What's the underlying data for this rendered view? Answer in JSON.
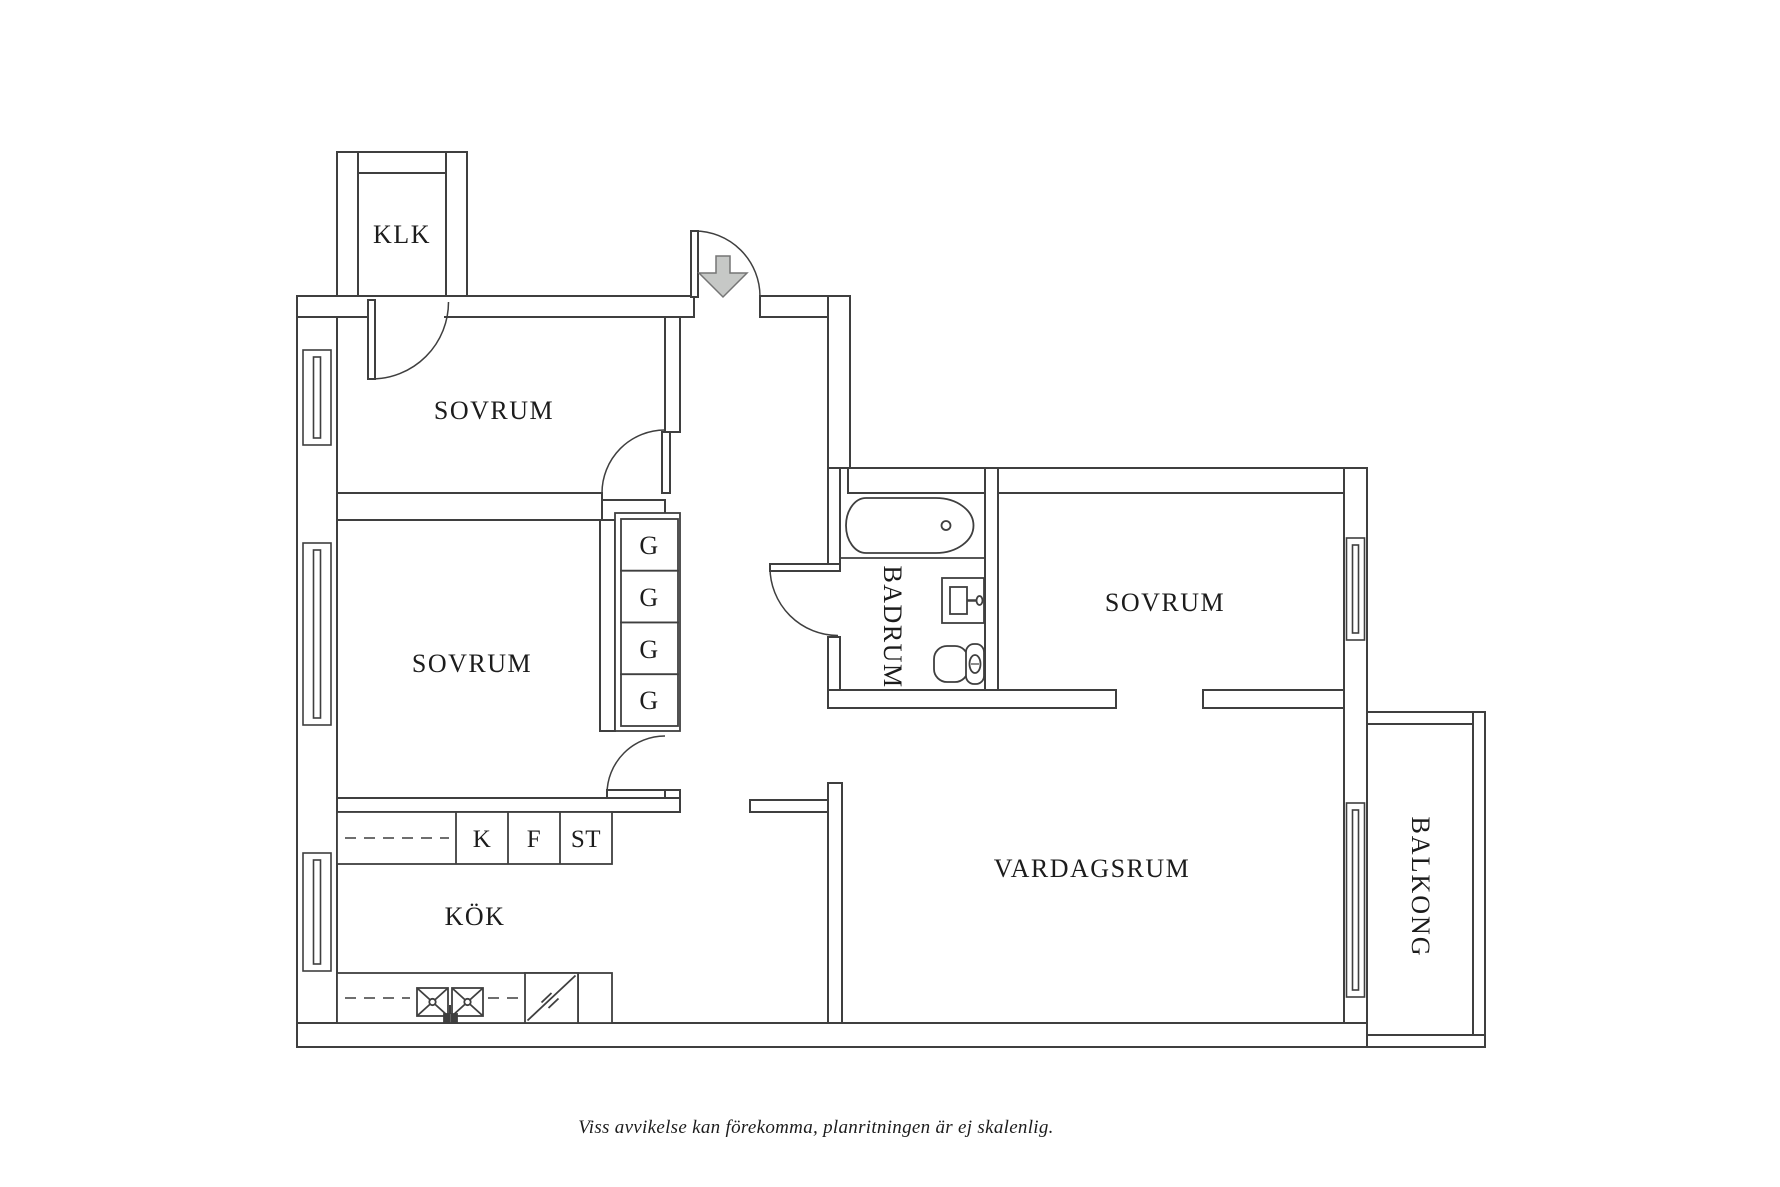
{
  "floor_plan": {
    "rooms": {
      "klk": {
        "label": "KLK"
      },
      "sovrum_top": {
        "label": "SOVRUM"
      },
      "sovrum_mid": {
        "label": "SOVRUM"
      },
      "sovrum_right": {
        "label": "SOVRUM"
      },
      "badrum": {
        "label": "BADRUM"
      },
      "vardagsrum": {
        "label": "VARDAGSRUM"
      },
      "kok": {
        "label": "KÖK"
      },
      "balkong": {
        "label": "BALKONG"
      }
    },
    "wardrobes": {
      "label": "G",
      "count": 4
    },
    "kitchen_units": {
      "fridge": "K",
      "freezer": "F",
      "cleaning": "ST"
    },
    "entry_arrow_direction": "down",
    "colors": {
      "line": "#3f3f3f",
      "text": "#1c1c1c",
      "arrow_fill": "#c6c8c6",
      "arrow_stroke": "#757575",
      "background": "#ffffff"
    }
  },
  "caption": {
    "text": "Viss avvikelse kan förekomma, planritningen är ej skalenlig."
  }
}
